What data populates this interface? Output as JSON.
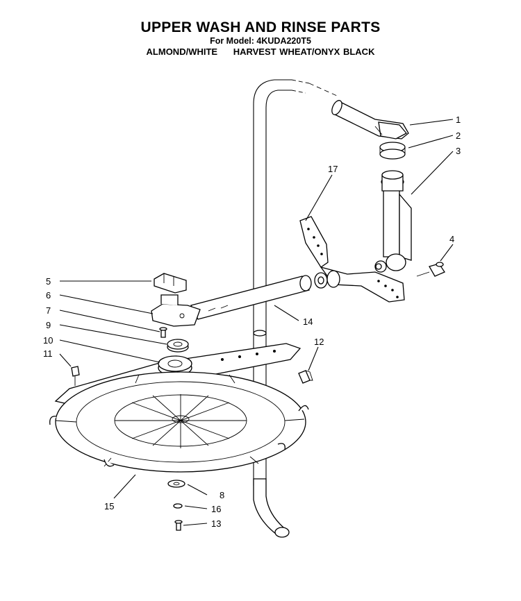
{
  "header": {
    "title": "UPPER WASH AND RINSE PARTS",
    "model_line": "For Model: 4KUDA220T5",
    "colors": [
      "ALMOND/WHITE",
      "HARVEST WHEAT/ONYX BLACK"
    ]
  },
  "callouts": {
    "c1": "1",
    "c2": "2",
    "c3": "3",
    "c4": "4",
    "c5": "5",
    "c6": "6",
    "c7": "7",
    "c8": "8",
    "c9": "9",
    "c10": "10",
    "c11": "11",
    "c12": "12",
    "c13": "13",
    "c14": "14",
    "c15": "15",
    "c16": "16",
    "c17": "17"
  }
}
